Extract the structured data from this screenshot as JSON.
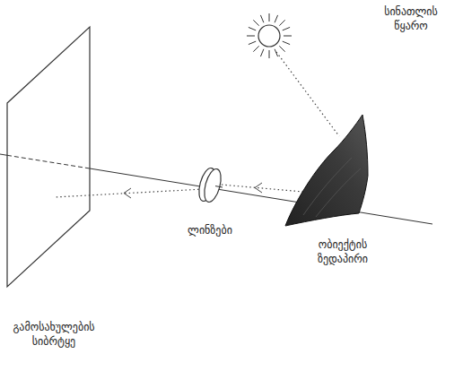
{
  "diagram": {
    "labels": [
      "სინათლის წყარო",
      "ლინზები",
      "ობიექტის ზედაპირი",
      "გამოსახულების სიბრტყე"
    ]
  }
}
